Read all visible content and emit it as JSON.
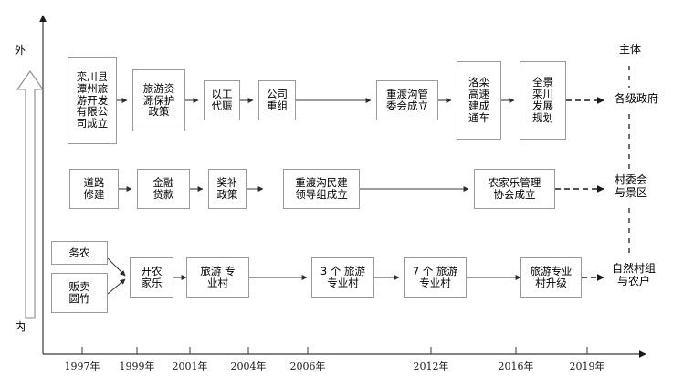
{
  "figure": {
    "vertical_axis": {
      "top_label": "外",
      "bottom_label": "内"
    },
    "time_axis": {
      "ticks": [
        "1997年",
        "1999年",
        "2001年",
        "2004年",
        "2006年",
        "2012年",
        "2016年",
        "2019年"
      ]
    },
    "legend_axis": {
      "title": "主体",
      "entries": [
        "各级政府",
        "村委会\n与景区",
        "自然村组\n与农户"
      ]
    },
    "rows": [
      {
        "actor": "各级政府",
        "nodes": [
          {
            "id": "n1",
            "text": "栾川县\n潭州旅\n游开发\n有限公\n司成立"
          },
          {
            "id": "n2",
            "text": "旅游资\n源保护\n政策"
          },
          {
            "id": "n3",
            "text": "以工\n代赈"
          },
          {
            "id": "n4",
            "text": "公司\n重组"
          },
          {
            "id": "n5",
            "text": "重渡沟管\n委会成立"
          },
          {
            "id": "n6",
            "text": "洛栾\n高速\n建成\n通车"
          },
          {
            "id": "n7",
            "text": "全景\n栾川\n发展\n规划"
          }
        ]
      },
      {
        "actor": "村委会与景区",
        "nodes": [
          {
            "id": "m1",
            "text": "道路\n修建"
          },
          {
            "id": "m2",
            "text": "金融\n贷款"
          },
          {
            "id": "m3",
            "text": "奖补\n政策"
          },
          {
            "id": "m4",
            "text": "重渡沟民建\n领导组成立"
          },
          {
            "id": "m5",
            "text": "农家乐管理\n协会成立"
          }
        ]
      },
      {
        "actor": "自然村组与农户",
        "nodes": [
          {
            "id": "b0a",
            "text": "务农"
          },
          {
            "id": "b0b",
            "text": "贩卖\n圆竹"
          },
          {
            "id": "b1",
            "text": "开农\n家乐"
          },
          {
            "id": "b2",
            "text": "旅游 专\n业村"
          },
          {
            "id": "b3",
            "text": "3 个 旅游\n专业村"
          },
          {
            "id": "b4",
            "text": "7 个 旅游\n专业村"
          },
          {
            "id": "b5",
            "text": "旅游专业\n村升级"
          }
        ]
      }
    ],
    "colors": {
      "line": "#4a4a4a",
      "box_border": "#9a9a9a",
      "text": "#000000",
      "background": "#ffffff"
    }
  }
}
